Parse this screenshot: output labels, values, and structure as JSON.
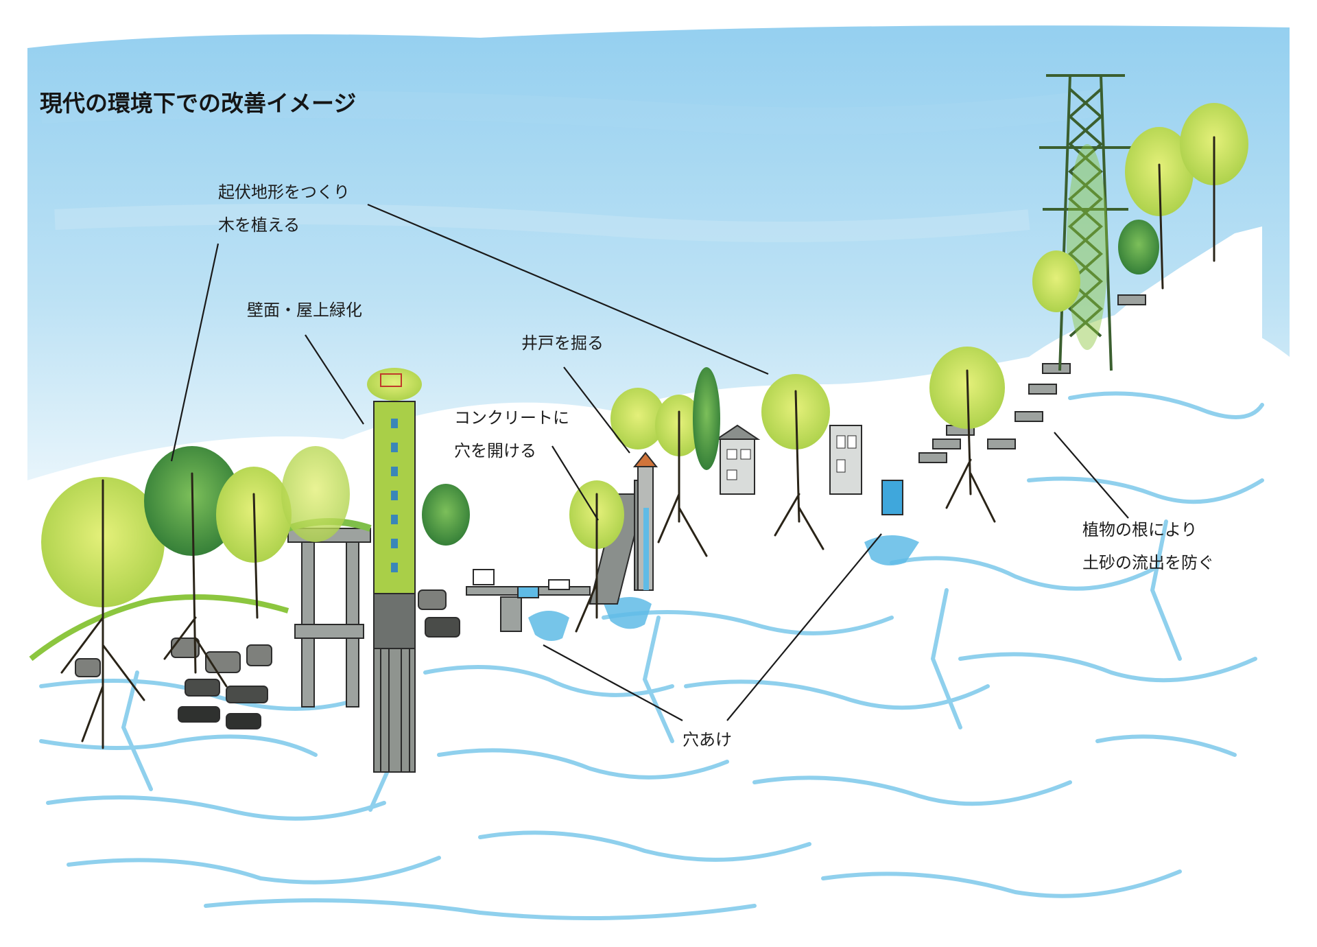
{
  "title": "現代の環境下での改善イメージ",
  "labels": {
    "terrain": [
      "起伏地形をつくり",
      "木を植える"
    ],
    "wall_roof": "壁面・屋上緑化",
    "well": "井戸を掘る",
    "concrete": [
      "コンクリートに",
      "穴を開ける"
    ],
    "hole": "穴あけ",
    "roots": [
      "植物の根により",
      "土砂の流出を防ぐ"
    ]
  },
  "colors": {
    "sky": "#9fd3ee",
    "sky_light": "#cfe9f6",
    "leaf_light": "#c7e25a",
    "leaf_dark": "#3f8a3c",
    "trunk": "#2a2418",
    "concrete": "#8a8f8c",
    "water_crack": "#7cc8ea",
    "leader_line": "#1a1a1a"
  }
}
